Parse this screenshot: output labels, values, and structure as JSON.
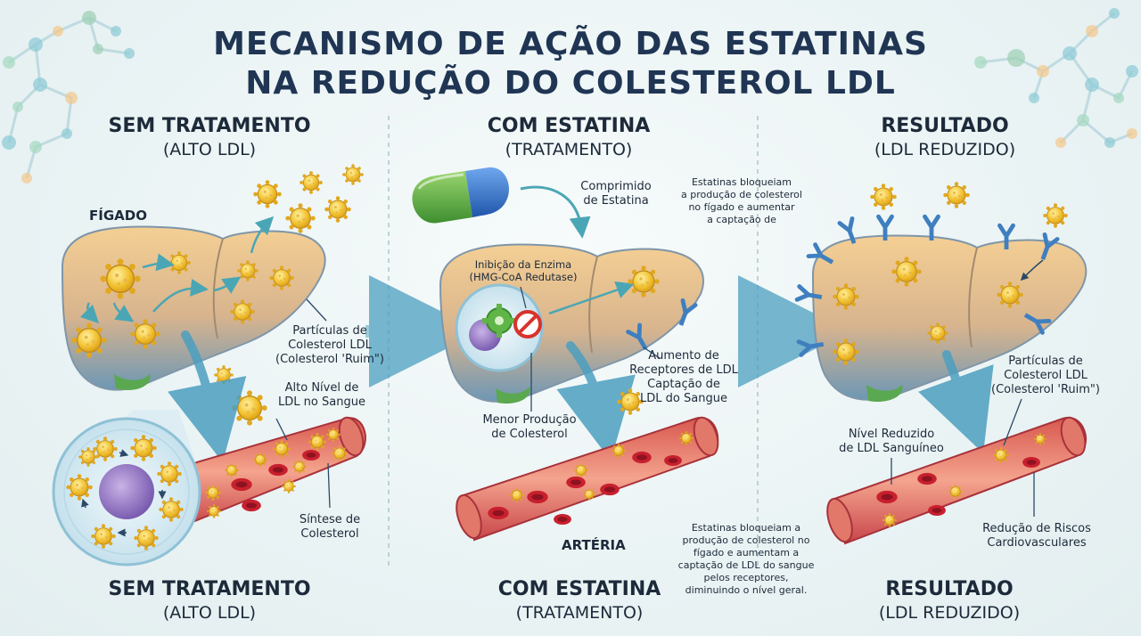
{
  "title": {
    "line1": "MECANISMO DE AÇÃO DAS ESTATINAS",
    "line2": "NA REDUÇÃO DO COLESTEROL LDL"
  },
  "panels": {
    "left": {
      "heading_top_1": "SEM TRATAMENTO",
      "heading_top_2": "(ALTO LDL)",
      "heading_bottom_1": "SEM TRATAMENTO",
      "heading_bottom_2": "(ALTO LDL)",
      "liver_label": "FÍGADO",
      "ldl_particles_label": [
        "Partículas de",
        "Colesterol LDL",
        "(Colesterol 'Ruim\")"
      ],
      "high_ldl_label": [
        "Alto Nível de",
        "LDL no Sangue"
      ],
      "synthesis_label": [
        "Síntese de",
        "Colesterol"
      ]
    },
    "middle": {
      "heading_top_1": "COM ESTATINA",
      "heading_top_2": "(TRATAMENTO)",
      "heading_bottom_1": "COM ESTATINA",
      "heading_bottom_2": "(TRATAMENTO)",
      "pill_label": [
        "Comprimido",
        "de Estatina"
      ],
      "enzyme_label": [
        "Inibição da Enzima",
        "(HMG-CoA Redutase)"
      ],
      "receptors_label": [
        "Aumento de",
        "Receptores de LDL",
        "Captação de",
        "LDL do Sangue"
      ],
      "less_production_label": [
        "Menor Produção",
        "de Colesterol"
      ],
      "artery_label": "ARTÉRIA"
    },
    "right": {
      "heading_top_1": "RESULTADO",
      "heading_top_2": "(LDL REDUZIDO)",
      "heading_bottom_1": "RESULTADO",
      "heading_bottom_2": "(LDL REDUZIDO)",
      "note_top": [
        "Estatinas bloqueiam",
        "a produção de colesterol",
        "no fígado e aumentar",
        "a captação de"
      ],
      "reduced_label": [
        "Nível Reduzido",
        "de LDL Sanguíneo"
      ],
      "ldl_particles_label": [
        "Partículas de",
        "Colesterol LDL",
        "(Colesterol 'Ruim\")"
      ],
      "risk_label": [
        "Redução de Riscos",
        "Cardiovasculares"
      ],
      "note_bottom": [
        "Estatinas bloqueiam a",
        "produção de colesterol no",
        "fígado e aumentam a",
        "captação de LDL do sangue",
        "pelos receptores,",
        "diminuindo o nível geral."
      ]
    }
  },
  "colors": {
    "title": "#1f3553",
    "liver_top": "#f2c98c",
    "liver_bottom": "#6f98b4",
    "vessel_outer": "#c9454a",
    "vessel_inner": "#f29a86",
    "rbc": "#c8202e",
    "ldl": "#f2c230",
    "receptor": "#3f7fc0",
    "pill_blue": "#2f6fc9",
    "pill_green": "#59b34a",
    "arrow": "#5fb3c4"
  }
}
